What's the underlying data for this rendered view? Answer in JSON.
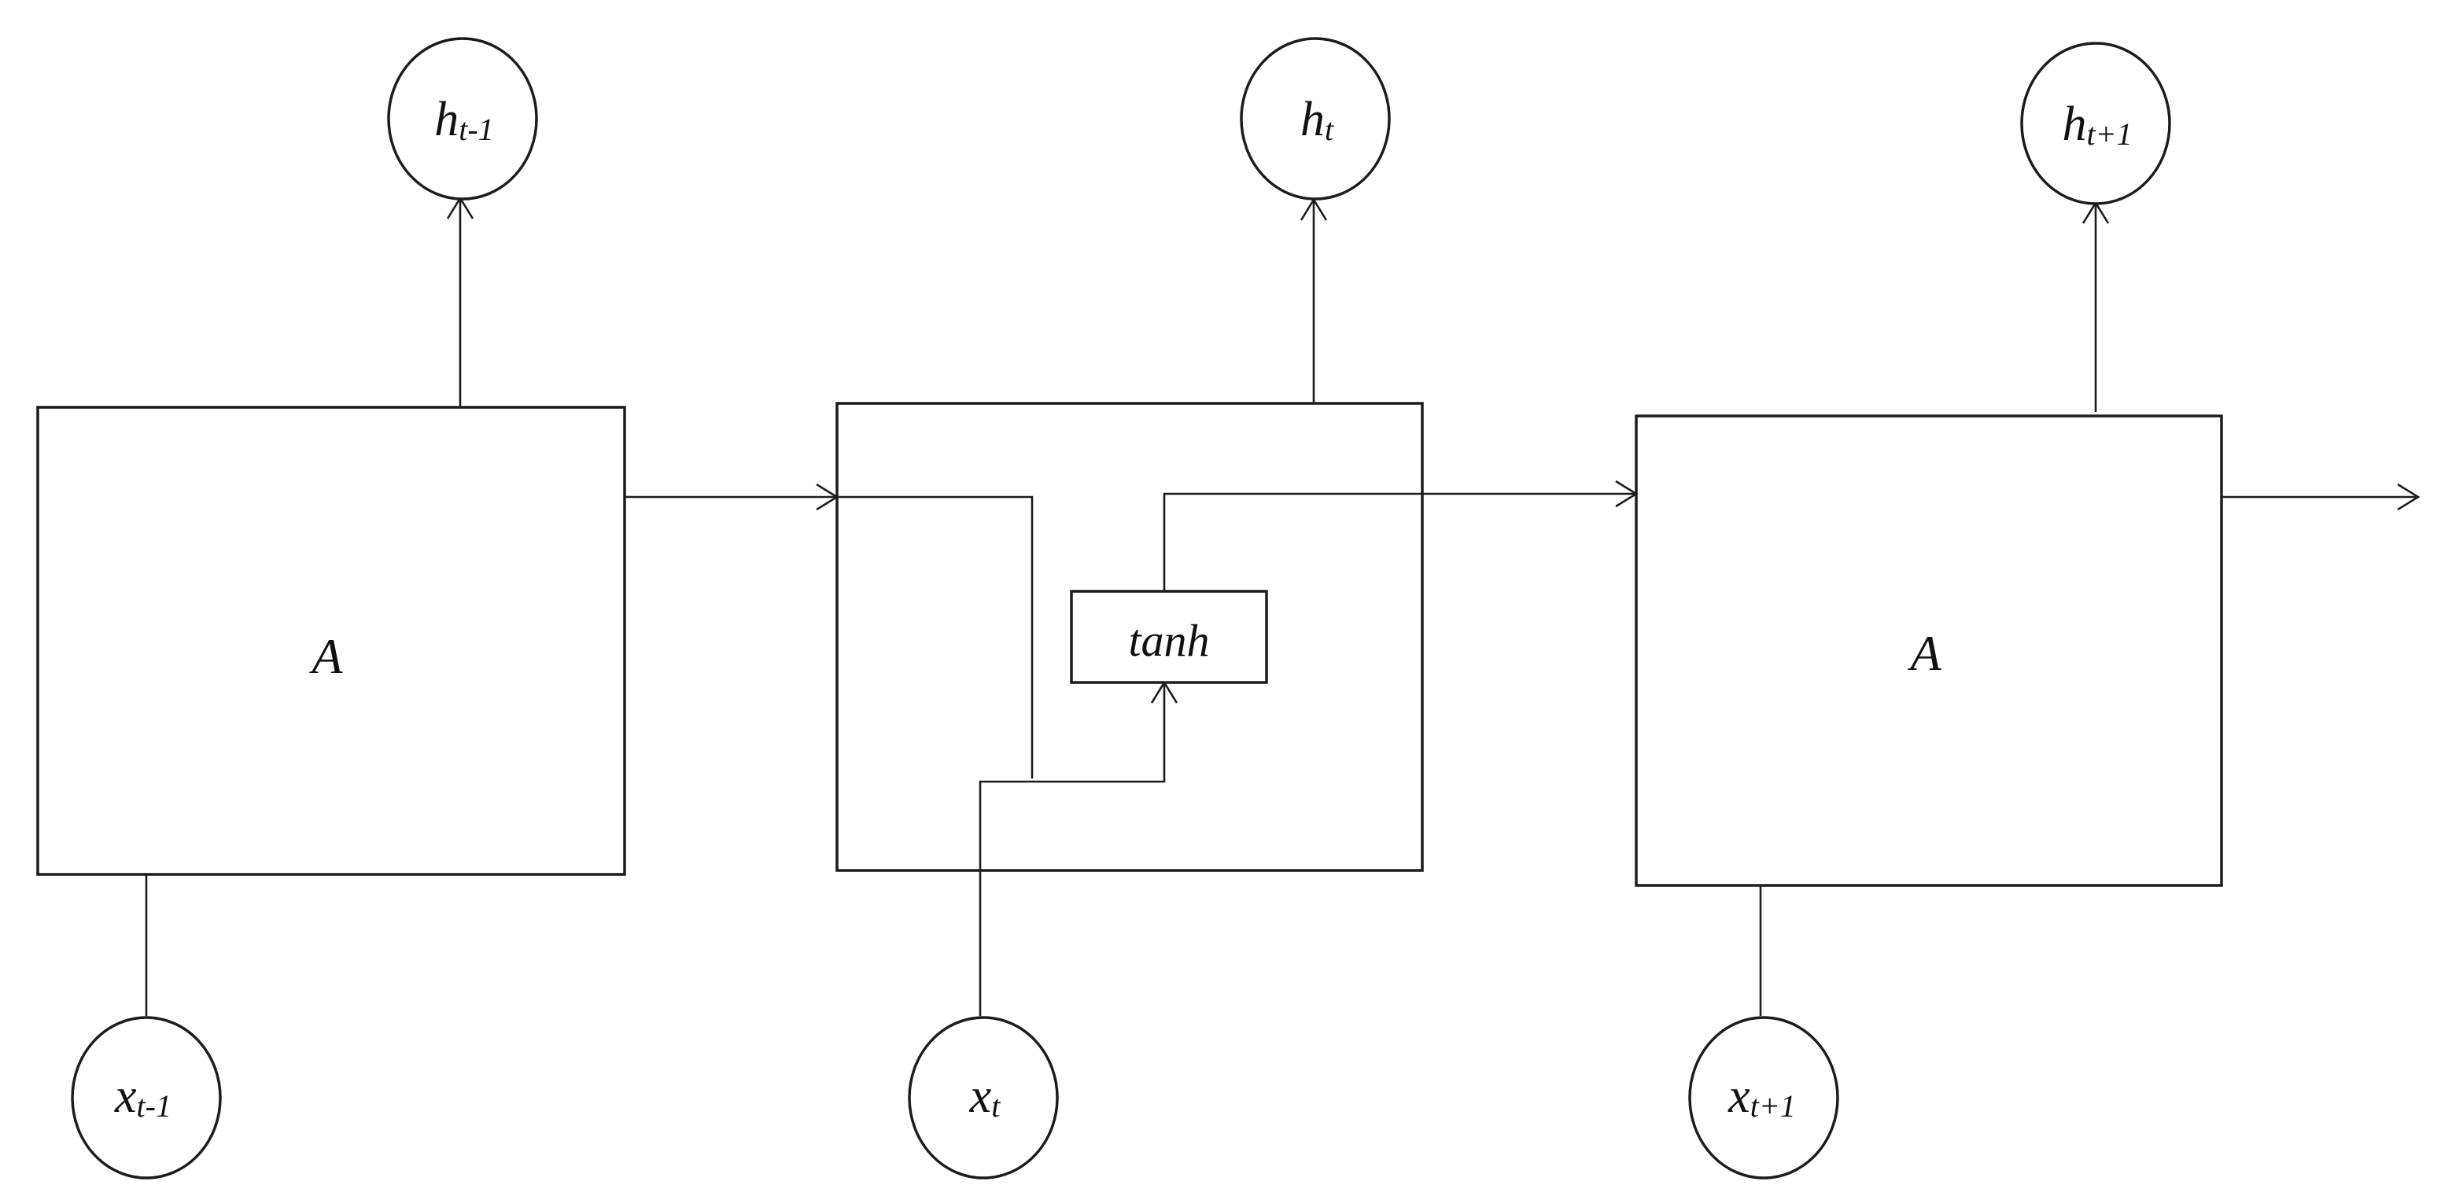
{
  "cells": [
    {
      "label": "A"
    },
    {
      "label": ""
    },
    {
      "label": "A"
    }
  ],
  "inner_function": {
    "label": "tanh"
  },
  "outputs": [
    {
      "symbol": "h",
      "subscript": "t-1"
    },
    {
      "symbol": "h",
      "subscript": "t"
    },
    {
      "symbol": "h",
      "subscript": "t+1"
    }
  ],
  "inputs": [
    {
      "symbol": "x",
      "subscript": "t-1"
    },
    {
      "symbol": "x",
      "subscript": "t"
    },
    {
      "symbol": "x",
      "subscript": "t+1"
    }
  ],
  "colors": {
    "stroke": "#1c1c1c",
    "text": "#111111",
    "background": "#ffffff"
  }
}
